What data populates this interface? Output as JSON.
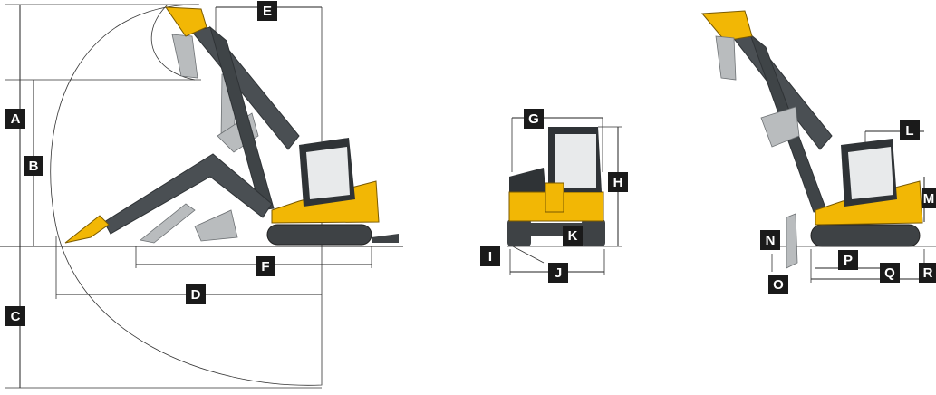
{
  "colors": {
    "boom": "#4a4f53",
    "boom_dark": "#2f3336",
    "body_yellow": "#f2b705",
    "body_yellow_dark": "#c78f00",
    "track": "#3e4245",
    "cab_glass": "#e8eaeb",
    "label_bg": "#1a1a1a",
    "ghost": "#b9bcbe"
  },
  "labels": {
    "A": "A",
    "B": "B",
    "C": "C",
    "D": "D",
    "E": "E",
    "F": "F",
    "G": "G",
    "H": "H",
    "I": "I",
    "J": "J",
    "K": "K",
    "L": "L",
    "M": "M",
    "N": "N",
    "O": "O",
    "P": "P",
    "Q": "Q",
    "R": "R"
  }
}
